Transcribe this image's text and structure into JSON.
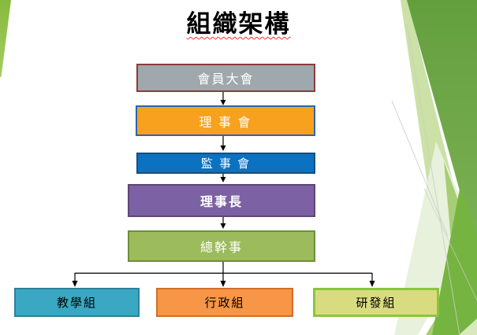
{
  "slide": {
    "title": "組織架構",
    "title_underline_style": "wavy",
    "title_underline_color": "#FF2E2E",
    "background_color": "#FFFFFF",
    "theme": "green-leaf-facet",
    "theme_colors": {
      "corner_sliver_green": "#8FBF45",
      "leaf_dark_green": "#6BA447",
      "leaf_light_green": "#CBE1A6",
      "leaf_pale_green": "#E7F1DB",
      "leaf_mid_green": "#A7CD77",
      "leaf_bright_green": "#76B441"
    }
  },
  "org_chart": {
    "nodes": [
      {
        "label": "會員大會",
        "fill": "#9FA8AC",
        "border": "#8E3B38",
        "text_color": "#FFFFFF",
        "bold": false
      },
      {
        "label": "理 事 會",
        "fill": "#F7A11F",
        "border": "#2A67A8",
        "text_color": "#FFFFFF",
        "bold": false
      },
      {
        "label": "監 事 會",
        "fill": "#0B71C1",
        "border": "#174F7E",
        "text_color": "#FFFFFF",
        "bold": false
      },
      {
        "label": "理事長",
        "fill": "#7C61A4",
        "border": "#5C4677",
        "text_color": "#FFFFFF",
        "bold": true
      },
      {
        "label": "總幹事",
        "fill": "#9CBB5C",
        "border": "#6E8E3A",
        "text_color": "#FFFFFF",
        "bold": false
      },
      {
        "label": "教學組",
        "fill": "#3AA8C3",
        "border": "#2E8099",
        "text_color": "#000000",
        "bold": false
      },
      {
        "label": "行政組",
        "fill": "#F79646",
        "border": "#D06F2B",
        "text_color": "#000000",
        "bold": false
      },
      {
        "label": "研發組",
        "fill": "#D9DB80",
        "border": "#8BC53F",
        "text_color": "#000000",
        "bold": false
      }
    ],
    "edges": [
      [
        "會員大會",
        "理事會"
      ],
      [
        "理事會",
        "監事會"
      ],
      [
        "監事會",
        "理事長"
      ],
      [
        "理事長",
        "總幹事"
      ],
      [
        "總幹事",
        "教學組"
      ],
      [
        "總幹事",
        "行政組"
      ],
      [
        "總幹事",
        "研發組"
      ]
    ],
    "connector_color": "#000000"
  }
}
